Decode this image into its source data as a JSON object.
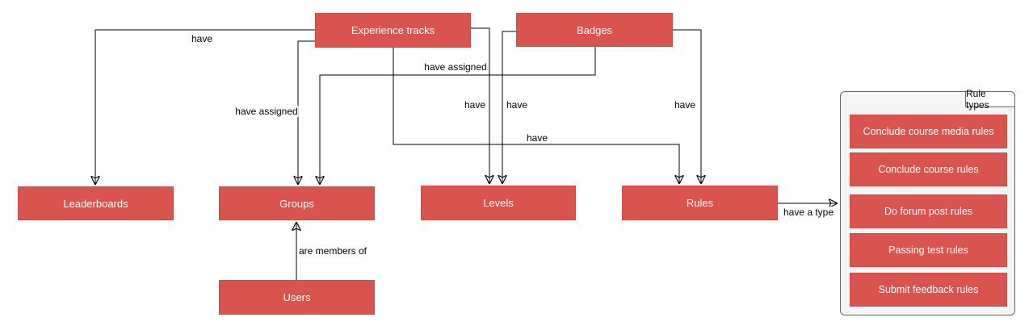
{
  "diagram": {
    "background_color": "#ffffff",
    "node_fill_color": "#d9534f",
    "node_text_color": "#ffffff",
    "line_color": "#000000",
    "nodes": {
      "experience_tracks": "Experience tracks",
      "badges": "Badges",
      "leaderboards": "Leaderboards",
      "groups": "Groups",
      "levels": "Levels",
      "rules": "Rules",
      "users": "Users"
    },
    "edge_labels": {
      "experience_tracks_to_leaderboards": "have",
      "experience_tracks_to_groups": "have assigned",
      "badges_to_groups": "have assigned",
      "experience_tracks_to_levels": "have",
      "badges_to_levels": "have",
      "experience_tracks_to_rules": "have",
      "badges_to_rules": "have",
      "users_to_groups": "are members of",
      "rules_to_rule_types": "have a type"
    },
    "panel": {
      "title": "Rule types",
      "fill_color": "#f5f5f5",
      "items": [
        "Conclude course media rules",
        "Conclude course rules",
        "Do forum post rules",
        "Passing test rules",
        "Submit feedback rules"
      ]
    }
  }
}
